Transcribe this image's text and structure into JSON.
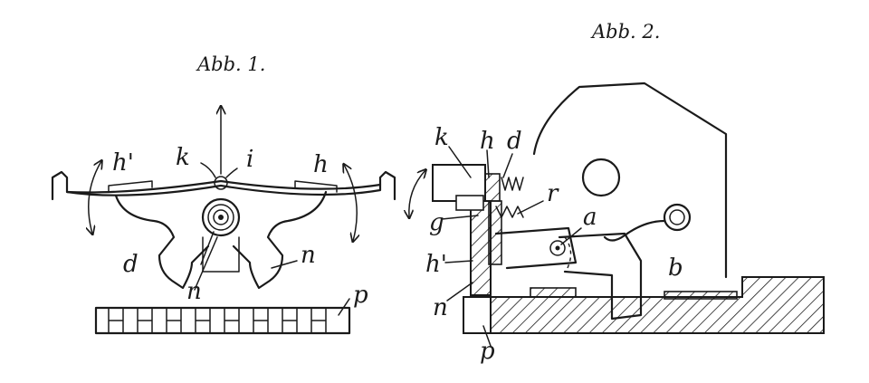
{
  "fig1": {
    "caption": "Abb. 1.",
    "labels": {
      "h1": "h'",
      "k": "k",
      "i": "i",
      "h": "h",
      "d": "d",
      "n_right": "n",
      "n_bottom": "n",
      "p": "p"
    }
  },
  "fig2": {
    "caption": "Abb. 2.",
    "labels": {
      "k": "k",
      "h": "h",
      "d": "d",
      "r": "r",
      "g": "g",
      "a": "a",
      "b": "b",
      "h1": "h'",
      "n": "n",
      "p": "p"
    }
  }
}
